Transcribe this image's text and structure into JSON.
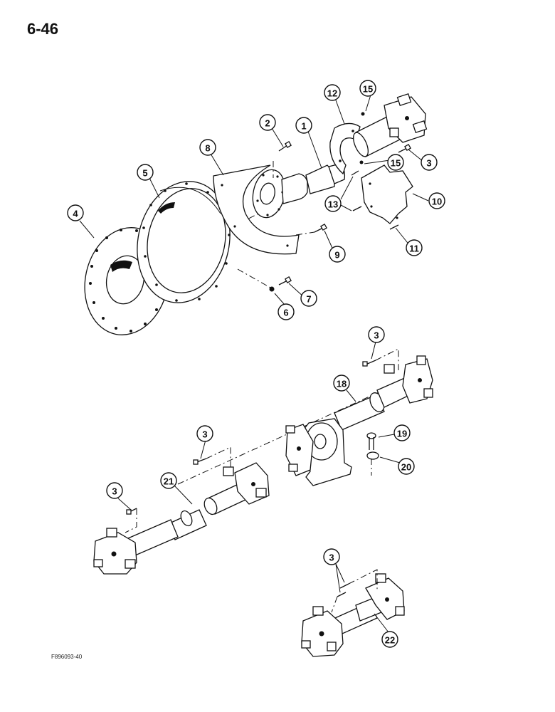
{
  "page": {
    "number": "6-46",
    "figure_code": "F896093-40"
  },
  "callouts": [
    {
      "id": "c1",
      "label": "1"
    },
    {
      "id": "c2",
      "label": "2"
    },
    {
      "id": "c3a",
      "label": "3"
    },
    {
      "id": "c3b",
      "label": "3"
    },
    {
      "id": "c3c",
      "label": "3"
    },
    {
      "id": "c3d",
      "label": "3"
    },
    {
      "id": "c3e",
      "label": "3"
    },
    {
      "id": "c4",
      "label": "4"
    },
    {
      "id": "c5",
      "label": "5"
    },
    {
      "id": "c6",
      "label": "6"
    },
    {
      "id": "c7",
      "label": "7"
    },
    {
      "id": "c8",
      "label": "8"
    },
    {
      "id": "c9",
      "label": "9"
    },
    {
      "id": "c10",
      "label": "10"
    },
    {
      "id": "c11",
      "label": "11"
    },
    {
      "id": "c12",
      "label": "12"
    },
    {
      "id": "c13",
      "label": "13"
    },
    {
      "id": "c15a",
      "label": "15"
    },
    {
      "id": "c15b",
      "label": "15"
    },
    {
      "id": "c18",
      "label": "18"
    },
    {
      "id": "c19",
      "label": "19"
    },
    {
      "id": "c20",
      "label": "20"
    },
    {
      "id": "c21",
      "label": "21"
    },
    {
      "id": "c22",
      "label": "22"
    }
  ]
}
